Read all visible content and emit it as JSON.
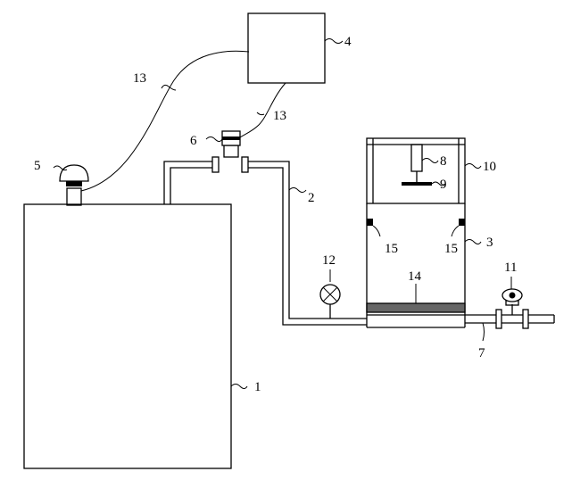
{
  "labels": {
    "tank": "1",
    "pipe_main": "2",
    "chamber": "3",
    "controller": "4",
    "sensor_top": "5",
    "flowmeter": "6",
    "outlet_pipe": "7",
    "actuator": "8",
    "plate": "9",
    "frame": "10",
    "valve": "11",
    "gauge": "12",
    "cable_left": "13",
    "cable_right": "13",
    "membrane": "14",
    "stop_left": "15",
    "stop_right": "15"
  },
  "colors": {
    "line": "#000000",
    "membrane_fill": "#666666"
  }
}
